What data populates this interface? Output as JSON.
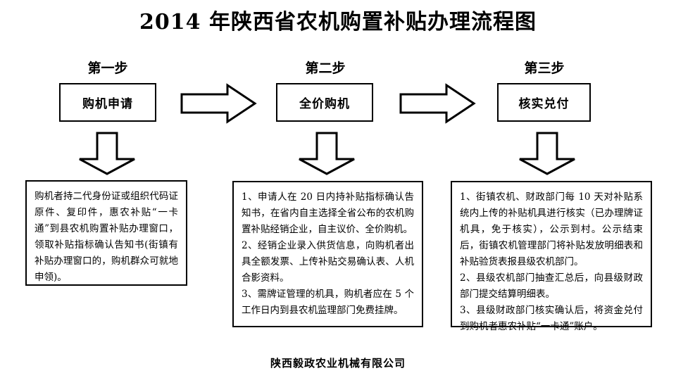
{
  "document": {
    "title": "2014 年陕西省农机购置补贴办理流程图",
    "footer_company": "陕西毅政农业机械有限公司"
  },
  "steps": [
    {
      "label": "第一步",
      "box_label": "购机申请"
    },
    {
      "label": "第二步",
      "box_label": "全价购机"
    },
    {
      "label": "第三步",
      "box_label": "核实兑付"
    }
  ],
  "details": [
    {
      "paragraphs": [
        "购机者持二代身份证或组织代码证原件、复印件，惠农补贴“一卡通”到县农机购置补贴办理窗口，领取补贴指标确认告知书(街镇有补贴办理窗口的，购机群众可就地申领)。"
      ]
    },
    {
      "paragraphs": [
        "1、申请人在 20 日内持补贴指标确认告知书，在省内自主选择全省公布的农机购置补贴经销企业，自主议价、全价购机。",
        "2、经销企业录入供货信息，向购机者出具全额发票、上传补贴交易确认表、人机合影资料。",
        "3、需牌证管理的机具，购机者应在 5 个工作日内到县农机监理部门免费挂牌。"
      ]
    },
    {
      "paragraphs": [
        "1、街镇农机、财政部门每 10 天对补贴系统内上传的补贴机具进行核实（已办理牌证机具，免于核实），公示到村。公示结束后，街镇农机管理部门将补贴发放明细表和补贴验货表报县级农机部门。",
        "2、县级农机部门抽查汇总后，向县级财政部门提交结算明细表。",
        "3、县级财政部门核实确认后，将资金兑付到购机者惠农补贴“一卡通”账户。"
      ]
    }
  ],
  "arrows": {
    "right_icon": "arrow-right-icon",
    "down_icon": "arrow-down-icon"
  },
  "colors": {
    "ink": "#000000",
    "paper": "#ffffff"
  }
}
